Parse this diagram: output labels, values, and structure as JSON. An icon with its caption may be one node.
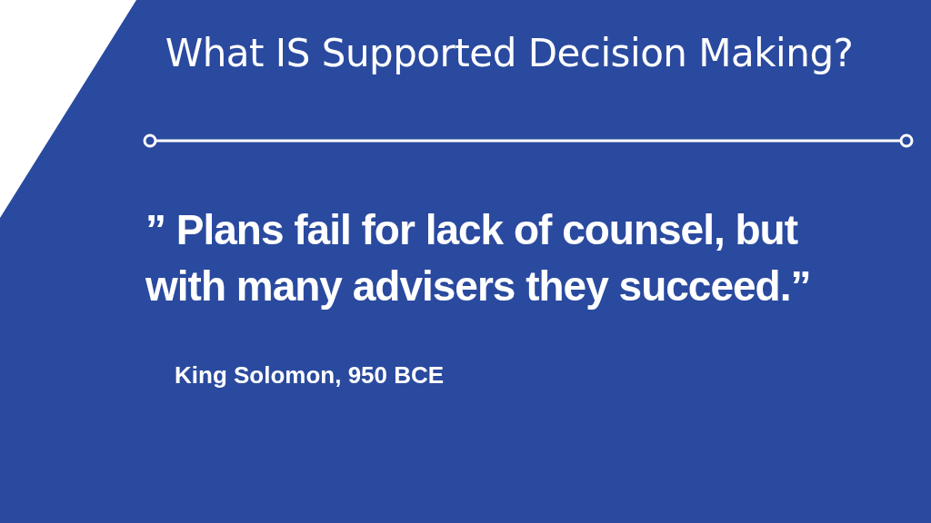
{
  "diagram": {
    "title": "What IS Supported Decision Making?",
    "labels": [
      "” Plans fail for lack of counsel, but with many advisers they succeed.”",
      "King Solomon, 950 BCE"
    ]
  }
}
